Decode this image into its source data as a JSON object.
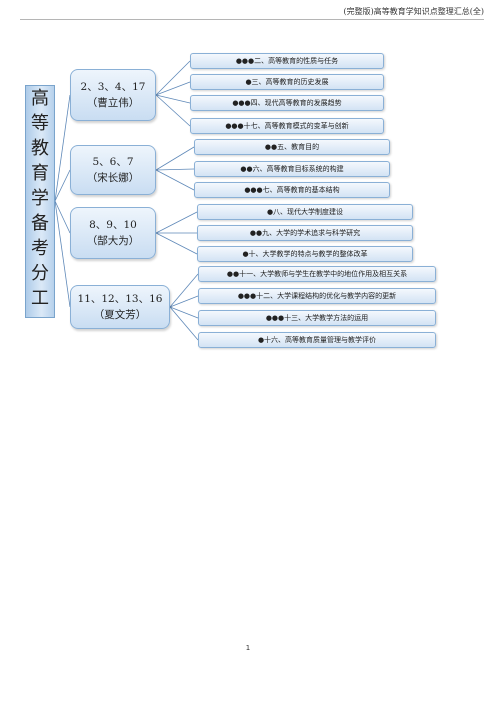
{
  "header": {
    "text": "(完整版)高等教育学知识点整理汇总(全)"
  },
  "root": {
    "chars": [
      "高",
      "等",
      "教",
      "育",
      "学",
      "备",
      "考",
      "分",
      "工"
    ]
  },
  "groups": [
    {
      "chapters": "2、3、4、17",
      "person": "（曹立伟）",
      "items": [
        "●●●二、高等教育的性质与任务",
        "●三、高等教育的历史发展",
        "●●●四、现代高等教育的发展趋势",
        "●●●十七、高等教育模式的变革与创新"
      ]
    },
    {
      "chapters": "5、6、7",
      "person": "（宋长娜）",
      "items": [
        "●●五、教育目的",
        "●●六、高等教育目标系统的构建",
        "●●●七、高等教育的基本结构"
      ]
    },
    {
      "chapters": "8、9、10",
      "person": "（郜大为）",
      "items": [
        "●八、现代大学制度建设",
        "●●九、大学的学术追求与科学研究",
        "●十、大学教学的特点与教学的整体改革"
      ]
    },
    {
      "chapters": "11、12、13、16",
      "person": "（夏文芳）",
      "items": [
        "●●十一、大学教师与学生在教学中的地位作用及相互关系",
        "●●●十二、大学课程结构的优化与教学内容的更新",
        "●●●十三、大学教学方法的运用",
        "●十六、高等教育质量管理与教学评价"
      ]
    }
  ],
  "footer": {
    "page": "1"
  }
}
